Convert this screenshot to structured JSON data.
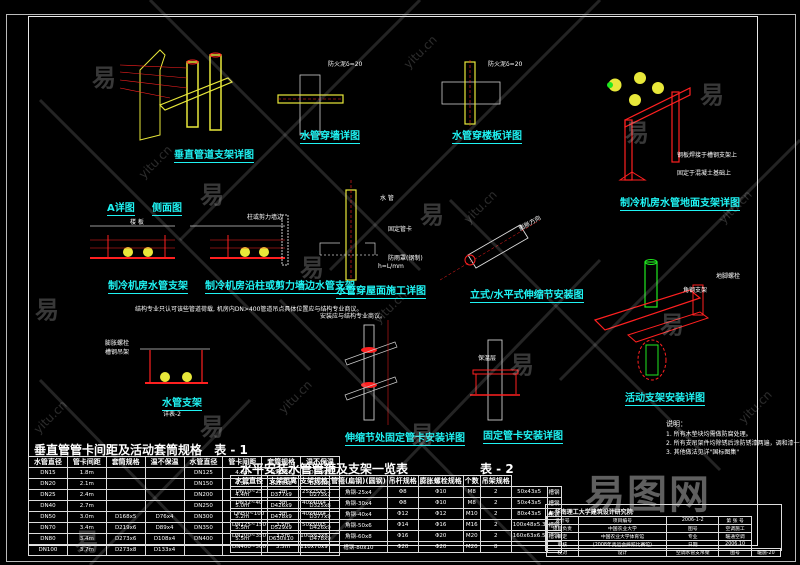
{
  "drawing": {
    "titles": {
      "vertical_support": "垂直管道支架详图",
      "wall_penetration": "水管穿墙详图",
      "floor_penetration": "水管穿楼板详图",
      "chiller_floor_support": "制冷机房水管地面支架详图",
      "detail_a": "A详图",
      "side_view": "侧面图",
      "chiller_pipe_support": "制冷机房水管支架",
      "chiller_column_wall": "制冷机房沿柱或剪力墙边水管支架",
      "roof_penetration": "水管穿屋面施工详图",
      "expansion_joint": "立式/水平式伸缩节安装图",
      "pipe_support": "水管支架",
      "pipe_support_sub": "详表-2",
      "expansion_fixed": "伸缩节处固定管卡安装详图",
      "fixed_clamp": "固定管卡安装详图",
      "sliding_support": "活动支架安装详图"
    },
    "labels": {
      "fire_mud": "防火泥δ=20",
      "water_pipe": "水 管",
      "column_wall": "柱或剪力墙边",
      "floor_slab": "楼 板",
      "expansion_bolt": "膨胀螺栓",
      "hanger": "槽钢吊架",
      "sleeve": "钢套管",
      "flow_direction": "膨胀方向",
      "fixed_bracket": "固定管卡",
      "sliding_bracket": "活动支架",
      "channel_steel": "槽钢支架",
      "anchor_plate": "钢板",
      "embedded_note": "钢板焊接于槽钢支架上",
      "concrete_note": "固定于混凝土基础上",
      "angle_steel": "角钢支架",
      "bolt_note": "地脚螺栓",
      "insulation": "保温层",
      "angle_a": "A",
      "waterproof": "防雨罩(钢制)",
      "h_label": "h=L/mm"
    },
    "structure_note": "结构专业只认可该些管道荷载, 机房内DN>400管道吊点具体位置应与结构专业商议。",
    "roof_note": "安装应与结构专业商议。",
    "notes": {
      "heading": "说明：",
      "items": [
        "1. 所有木垫块均需做防腐处理。",
        "2. 所有支吊架件均除锈后涂防锈漆两遍，调和漆一遍。",
        "3. 其他做法见详\"国标图集\""
      ]
    }
  },
  "table1": {
    "title": "垂直管管卡间距及活动套筒规格",
    "tag": "表 - 1",
    "headers": {
      "dia": "水管直径",
      "max": "最 大",
      "spacing": "管卡间距",
      "sleeve": "套筒规格",
      "cold": "冷",
      "hot": "温不保温"
    },
    "left_rows": [
      [
        "DN15",
        "1.8m",
        "",
        ""
      ],
      [
        "DN20",
        "2.1m",
        "",
        ""
      ],
      [
        "DN25",
        "2.4m",
        "",
        ""
      ],
      [
        "DN40",
        "2.7m",
        "",
        ""
      ],
      [
        "DN50",
        "3.0m",
        "D168x5",
        "D76x4"
      ],
      [
        "DN70",
        "3.4m",
        "D219x6",
        "D89x4"
      ],
      [
        "DN80",
        "3.4m",
        "D273x6",
        "D108x4"
      ],
      [
        "DN100",
        "3.7m",
        "D273x8",
        "D133x4"
      ]
    ],
    "right_rows": [
      [
        "DN125",
        "4.0m",
        "D325x8",
        "D159x5"
      ],
      [
        "DN150",
        "4.3m",
        "D325x8",
        "D219x6"
      ],
      [
        "DN200",
        "4.4m",
        "D377x9",
        "D273x7"
      ],
      [
        "DN250",
        "5.0m",
        "D426x9",
        "D325x8"
      ],
      [
        "DN300",
        "5.2m",
        "D478x9",
        "D377x9"
      ],
      [
        "DN350",
        "5.5m",
        "D529x9",
        "D426x9"
      ],
      [
        "DN400",
        "5.5m",
        "D630x10",
        "D478x9"
      ],
      [
        "",
        "",
        "",
        ""
      ]
    ]
  },
  "table2": {
    "title": "水平安装水管管箍及支架一览表",
    "tag": "表 - 2",
    "headers": [
      "水管直径",
      "支架距离",
      "支架规格",
      "管箍(扁钢)(圆钢)",
      "吊杆规格",
      "膨胀螺栓规格",
      "个数",
      "吊架规格"
    ],
    "rows": [
      [
        "DN10~25",
        "2m",
        "25x25x3",
        "角钢-25x4",
        "Φ8",
        "Φ10",
        "M8",
        "2",
        "50x43x5",
        "槽钢"
      ],
      [
        "DN32~40",
        "3m",
        "40x40x4",
        "角钢-30x4",
        "Φ8",
        "Φ10",
        "M8",
        "2",
        "50x43x5",
        "槽钢"
      ],
      [
        "DN50~100",
        "3m",
        "40x40x4",
        "角钢-40x4",
        "Φ12",
        "Φ12",
        "M10",
        "2",
        "80x43x5",
        "槽钢"
      ],
      [
        "DN125~150",
        "3.5m",
        "50x50x5",
        "角钢-50x6",
        "Φ14",
        "Φ16",
        "M16",
        "2",
        "100x48x5.3",
        "槽钢"
      ],
      [
        "DN200~350",
        "3.5m",
        "100x63x8",
        "角钢-60x8",
        "Φ16",
        "Φ20",
        "M20",
        "2",
        "160x63x6.5",
        "槽钢"
      ],
      [
        "DN400~500",
        "3.5m",
        "110x70x9",
        "槽钢-80x10",
        "Φ20",
        "Φ20",
        "M20",
        "8",
        "",
        ""
      ]
    ]
  },
  "title_block": {
    "institute": "华南理工大学建筑设计研究院",
    "rows": [
      [
        "设计号",
        "项目编号",
        "2006-1-2",
        "第 张 号"
      ],
      [
        "项目负责",
        "中国农业大学",
        "图号",
        "空调施工"
      ],
      [
        "审定",
        "中国农业大学体育馆",
        "专业",
        "暖通空调"
      ],
      [
        "审核",
        "(2008年奥运会摔跤比赛馆)",
        "日期",
        "2006.10"
      ],
      [
        "校对",
        "设计",
        "空调水管支吊架",
        "图号",
        "暖施-20"
      ]
    ]
  },
  "watermarks": {
    "glyph": "易",
    "site": "yitu.cn",
    "brand": "易图网"
  },
  "colors": {
    "background": "#000000",
    "title_cyan": "#1ff3f3",
    "pipe_yellow": "#e8e83a",
    "support_red": "#ff2020",
    "pipe_green": "#20e820",
    "frame": "#e8e8e8"
  }
}
